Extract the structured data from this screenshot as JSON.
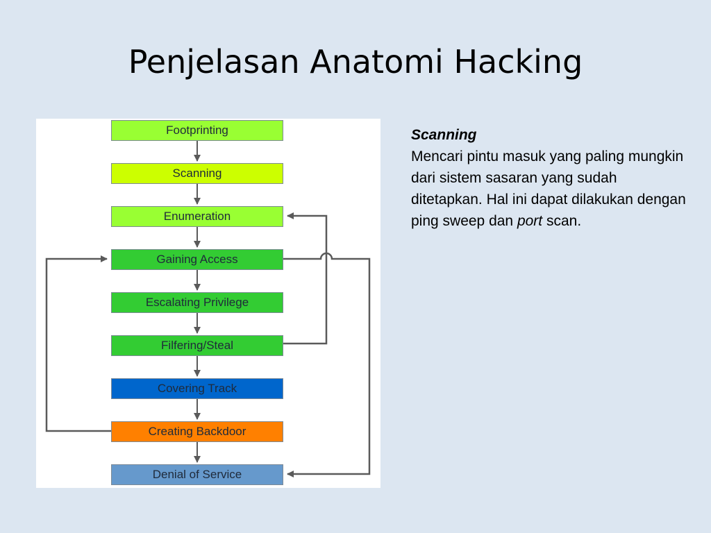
{
  "slide": {
    "title": "Penjelasan Anatomi Hacking"
  },
  "diagram": {
    "steps": [
      {
        "label": "Footprinting",
        "color": "#99ff33"
      },
      {
        "label": "Scanning",
        "color": "#ccff00"
      },
      {
        "label": "Enumeration",
        "color": "#99ff33"
      },
      {
        "label": "Gaining Access",
        "color": "#33cc33"
      },
      {
        "label": "Escalating Privilege",
        "color": "#33cc33"
      },
      {
        "label": "Filfering/Steal",
        "color": "#33cc33"
      },
      {
        "label": "Covering Track",
        "color": "#0066cc"
      },
      {
        "label": "Creating Backdoor",
        "color": "#ff8000"
      },
      {
        "label": "Denial of Service",
        "color": "#6699cc"
      }
    ],
    "connector_color": "#5a5a5a"
  },
  "description": {
    "heading": "Scanning",
    "text_before": "Mencari pintu masuk yang paling mungkin dari sistem sasaran yang sudah ditetapkan. Hal ini dapat dilakukan dengan ping sweep dan ",
    "emphasis": "port",
    "text_after": " scan."
  }
}
